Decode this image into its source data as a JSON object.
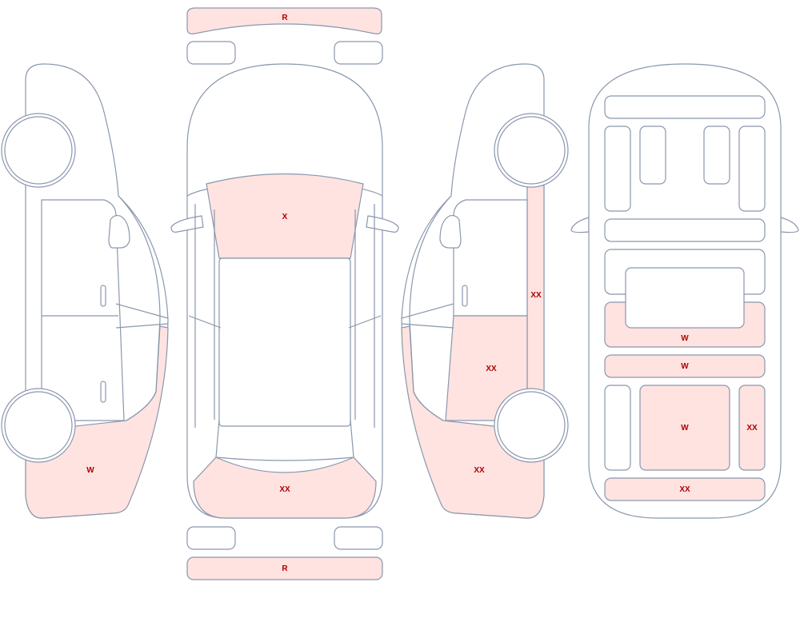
{
  "colors": {
    "damage_fill": "#ffe3e0",
    "outline": "#8a97ad",
    "label": "#b00000",
    "background": "#ffffff"
  },
  "labels": {
    "front_bumper": "R",
    "rear_bumper": "R",
    "windshield": "X",
    "rear_hood": "XX",
    "left_rear_quarter": "W",
    "right_pillar": "XX",
    "right_rear_door": "XX",
    "right_rear_quarter": "XX",
    "int_strip_1": "W",
    "int_strip_2": "W",
    "int_center": "W",
    "int_side": "XX",
    "int_bottom": "XX"
  }
}
